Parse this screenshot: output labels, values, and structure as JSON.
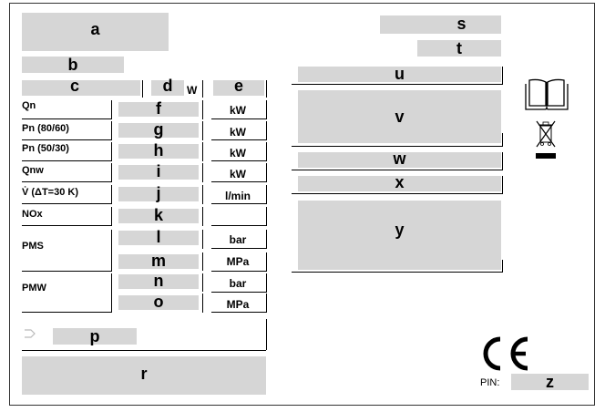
{
  "letters": {
    "a": "a",
    "b": "b",
    "c": "c",
    "d": "d",
    "e": "e",
    "f": "f",
    "g": "g",
    "h": "h",
    "i": "i",
    "j": "j",
    "k": "k",
    "l": "l",
    "m": "m",
    "n": "n",
    "o": "o",
    "p": "p",
    "r": "r",
    "s": "s",
    "t": "t",
    "u": "u",
    "v": "v",
    "w": "w",
    "x": "x",
    "y": "y",
    "z": "z"
  },
  "d_unit": "W",
  "labels": {
    "qn": "Qn",
    "pn8060": "Pn (80/60)",
    "pn5030": "Pn (50/30)",
    "qnw": "Qnw",
    "flow": "V̇ (ΔT=30 K)",
    "nox": "NOx",
    "pms": "PMS",
    "pmw": "PMW",
    "pin": "PIN:"
  },
  "units": {
    "qn": "kW",
    "pn8060": "kW",
    "pn5030": "kW",
    "qnw": "kW",
    "flow": "l/min",
    "pms_bar": "bar",
    "pms_mpa": "MPa",
    "pmw_bar": "bar",
    "pmw_mpa": "MPa"
  },
  "icons": [
    "manual-book-icon",
    "weee-crossed-bin-icon",
    "ce-mark-icon",
    "tap-water-icon"
  ],
  "ce_mark": "CE"
}
